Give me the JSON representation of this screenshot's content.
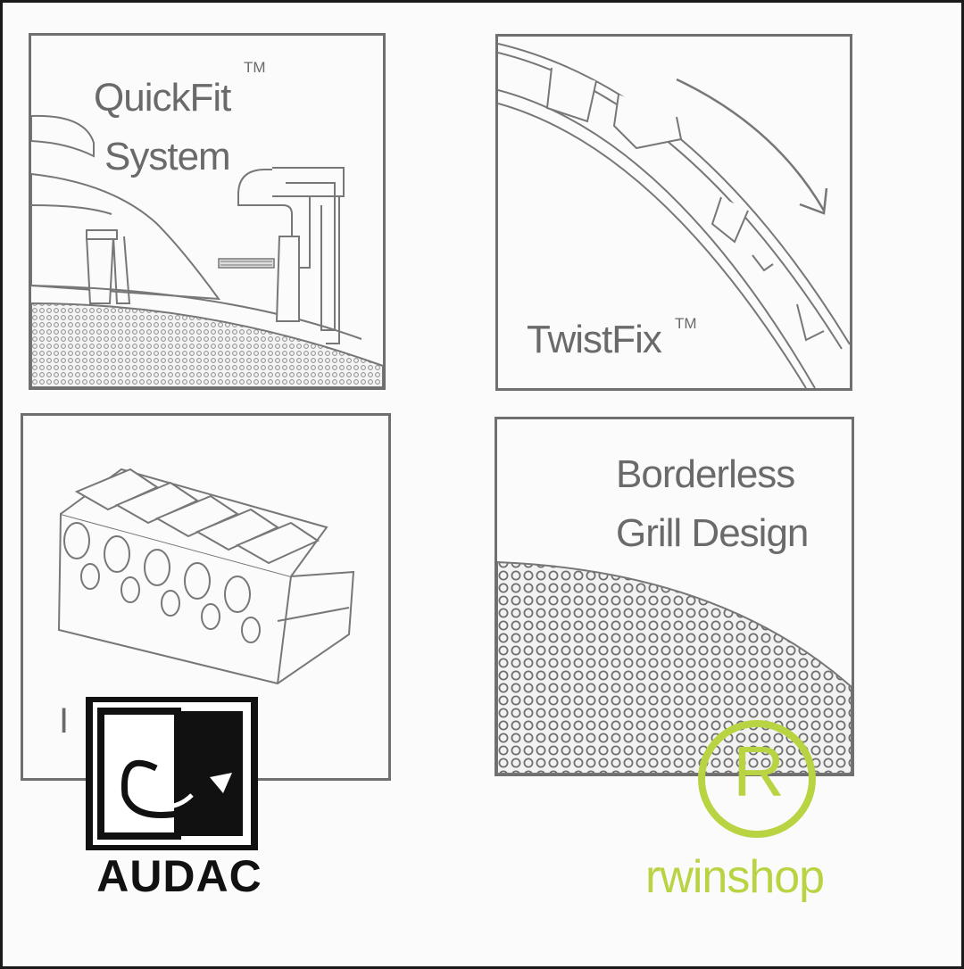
{
  "panels": {
    "quickfit": {
      "line1": "QuickFit",
      "line2": "System",
      "trademark": "TM"
    },
    "twistfix": {
      "label": "TwistFix",
      "trademark": "TM"
    },
    "connector": {
      "label": "I"
    },
    "grill": {
      "line1": "Borderless",
      "line2": "Grill Design"
    }
  },
  "brand": {
    "logo_text": "AUDAC"
  },
  "watermark": {
    "symbol": "R",
    "text": "rwinshop",
    "color": "#b8d443"
  },
  "colors": {
    "line": "#6f6f6f",
    "text": "#6a6a6a",
    "frame": "#1a1a1a"
  }
}
